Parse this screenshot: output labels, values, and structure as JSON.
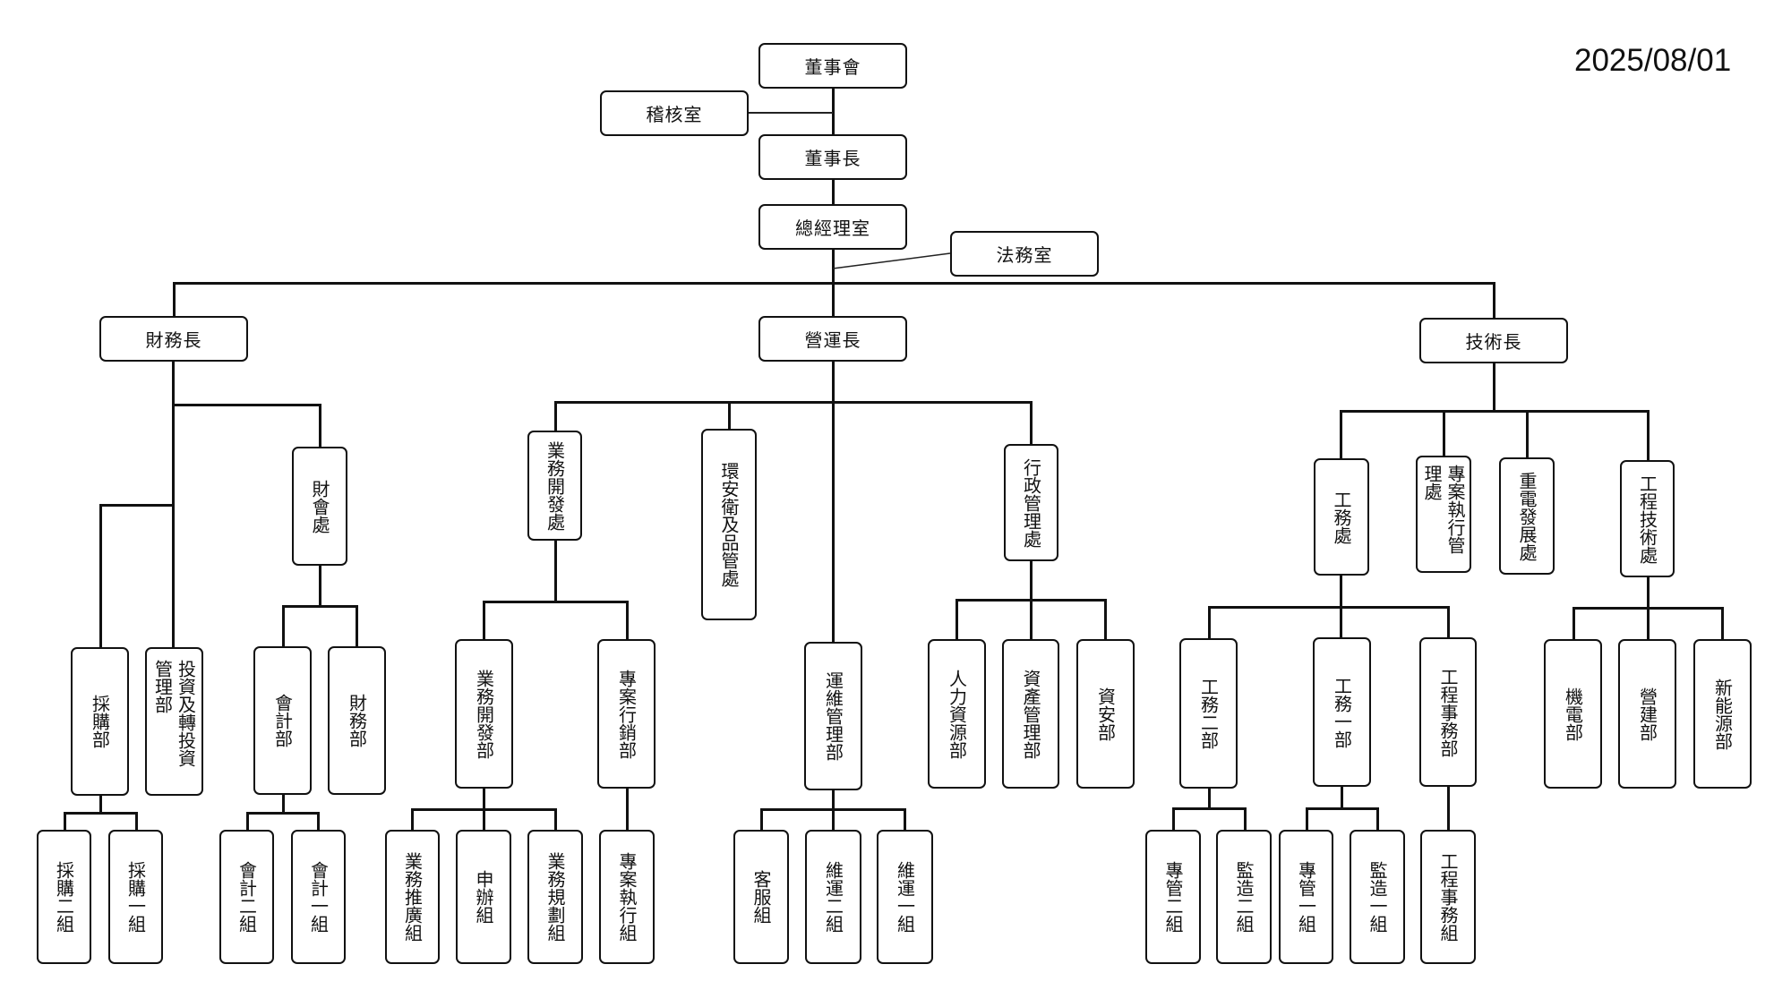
{
  "date": "2025/08/01",
  "top": {
    "board": "董事會",
    "audit": "稽核室",
    "chairman": "董事長",
    "gm_office": "總經理室",
    "legal": "法務室"
  },
  "finance": {
    "head": "財務長",
    "procurement": {
      "name": "採購部",
      "groups": [
        "採購二組",
        "採購一組"
      ]
    },
    "investment": "投資及轉投資管理部",
    "accounting_div": {
      "name": "財會處",
      "accounting": {
        "name": "會計部",
        "groups": [
          "會計二組",
          "會計一組"
        ]
      },
      "treasury": "財務部"
    }
  },
  "operations": {
    "head": "營運長",
    "business_div": {
      "name": "業務開發處",
      "business_dept": {
        "name": "業務開發部",
        "groups": [
          "業務推廣組",
          "申辦組",
          "業務規劃組"
        ]
      },
      "marketing_dept": {
        "name": "專案行銷部",
        "groups": [
          "專案執行組"
        ]
      }
    },
    "ehs_div": "環安衛及品管處",
    "om_dept": {
      "name": "運維管理部",
      "groups": [
        "客服組",
        "維運二組",
        "維運一組"
      ]
    },
    "admin_div": {
      "name": "行政管理處",
      "depts": [
        "人力資源部",
        "資產管理部",
        "資安部"
      ]
    }
  },
  "technology": {
    "head": "技術長",
    "works_div": {
      "name": "工務處",
      "works2": {
        "name": "工務二部",
        "groups": [
          "專管二組",
          "監造二組"
        ]
      },
      "works1": {
        "name": "工務一部",
        "groups": [
          "專管一組",
          "監造一組"
        ]
      },
      "eng_affairs": {
        "name": "工程事務部",
        "groups": [
          "工程事務組"
        ]
      }
    },
    "project_exec_div": "專案執行管理處",
    "power_div": "重電發展處",
    "eng_tech_div": {
      "name": "工程技術處",
      "depts": [
        "機電部",
        "營建部",
        "新能源部"
      ]
    }
  }
}
